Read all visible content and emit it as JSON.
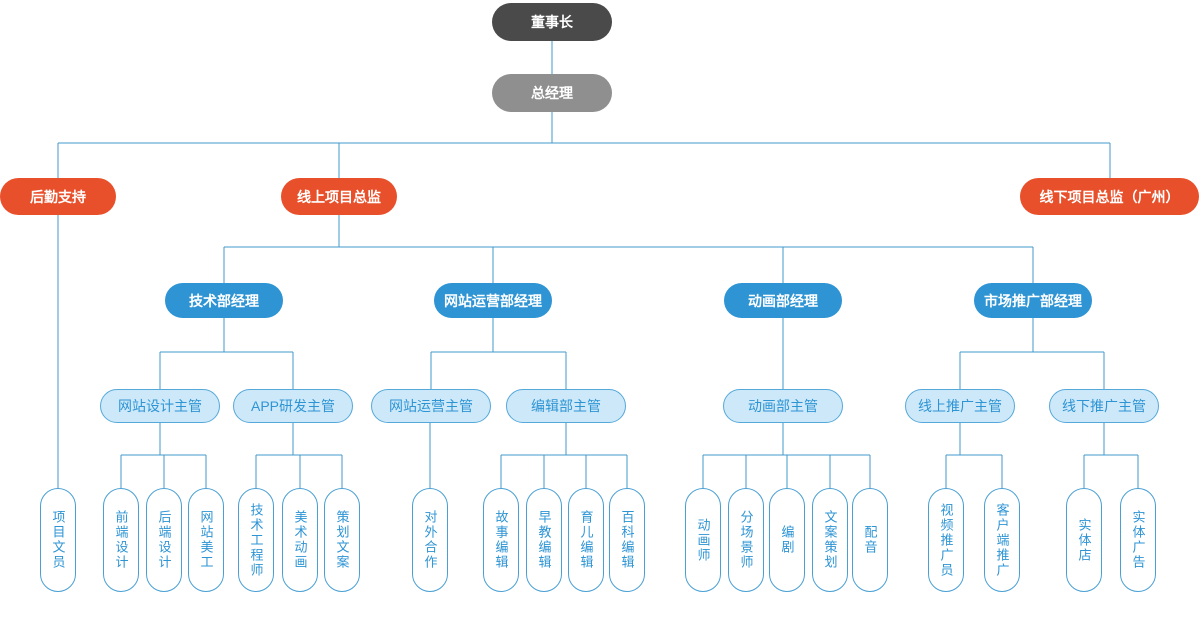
{
  "colors": {
    "chairman_bg": "#4a4a4a",
    "general_manager_bg": "#8f8f8f",
    "director_bg": "#e8502b",
    "manager_bg": "#2e94d4",
    "supervisor_bg": "#cde9f9",
    "supervisor_border": "#55a8da",
    "leaf_border": "#4aa0d4",
    "blue_text": "#2e94d4",
    "connector_line": "#4399cb"
  },
  "nodes": {
    "chairman": "董事长",
    "general_manager": "总经理",
    "logistics_support": "后勤支持",
    "online_director": "线上项目总监",
    "offline_director": "线下项目总监（广州）",
    "tech_manager": "技术部经理",
    "web_ops_manager": "网站运营部经理",
    "animation_manager": "动画部经理",
    "marketing_manager": "市场推广部经理",
    "web_design_supervisor": "网站设计主管",
    "app_dev_supervisor": "APP研发主管",
    "web_ops_supervisor": "网站运营主管",
    "editorial_supervisor": "编辑部主管",
    "animation_supervisor": "动画部主管",
    "online_promo_supervisor": "线上推广主管",
    "offline_promo_supervisor": "线下推广主管",
    "project_clerk": "项目文员",
    "frontend_design": "前端设计",
    "backend_design": "后端设计",
    "web_artist": "网站美工",
    "tech_engineer": "技术工程师",
    "art_animation": "美术动画",
    "planning_copy": "策划文案",
    "external_coop": "对外合作",
    "story_editor": "故事编辑",
    "early_edu_editor": "早教编辑",
    "parenting_editor": "育儿编辑",
    "encyclopedia_editor": "百科编辑",
    "animator": "动画师",
    "scene_designer": "分场景师",
    "screenwriter": "编剧",
    "copy_planner": "文案策划",
    "voice_actor": "配音",
    "video_promoter": "视频推广员",
    "client_promoter": "客户端推广",
    "physical_store": "实体店",
    "physical_ad": "实体广告"
  }
}
